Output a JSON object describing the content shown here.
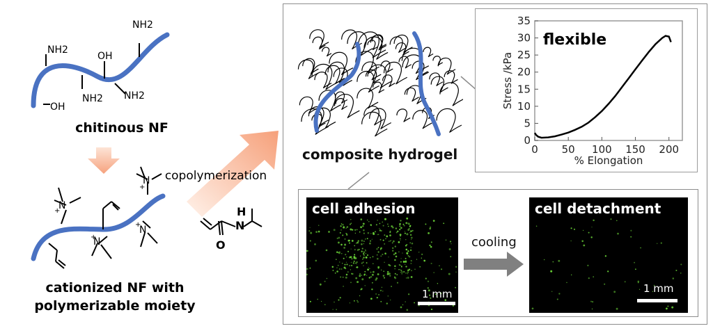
{
  "left": {
    "chitin_groups": [
      "NH2",
      "OH",
      "NH2",
      "OH",
      "NH2",
      "NH2"
    ],
    "chitin_label": "chitinous NF",
    "cationized_label_line1": "cationized NF with",
    "cationized_label_line2": "polymerizable moiety",
    "copolymerization_label": "copolymerization",
    "monomer_atoms": [
      "H",
      "N",
      "O"
    ],
    "cation_symbols": [
      "N",
      "+",
      "N",
      "+",
      "N",
      "+",
      "N",
      "+"
    ]
  },
  "panel": {
    "hydrogel_label": "composite hydrogel",
    "cooling_label": "cooling",
    "adhesion_title": "cell adhesion",
    "detachment_title": "cell detachment",
    "scale_label": "1 mm"
  },
  "chart_data": {
    "type": "line",
    "annotation": "flexible",
    "xlabel": "% Elongation",
    "ylabel": "Stress /kPa",
    "xlim": [
      0,
      220
    ],
    "ylim": [
      0,
      35
    ],
    "xticks": [
      0,
      50,
      100,
      150,
      200
    ],
    "yticks": [
      0,
      5,
      10,
      15,
      20,
      25,
      30,
      35
    ],
    "grid": false,
    "series": [
      {
        "x": [
          0,
          2,
          5,
          10,
          20,
          30,
          40,
          50,
          60,
          70,
          80,
          90,
          100,
          110,
          120,
          130,
          140,
          150,
          160,
          170,
          180,
          190,
          195,
          200,
          203
        ],
        "y": [
          2.2,
          1.6,
          1.1,
          0.8,
          0.9,
          1.2,
          1.7,
          2.3,
          3.1,
          4.0,
          5.2,
          6.8,
          8.6,
          10.7,
          13.0,
          15.6,
          18.2,
          20.8,
          23.4,
          25.9,
          28.2,
          30.0,
          30.6,
          30.4,
          28.8
        ]
      }
    ],
    "colors": {
      "line": "#000000",
      "frame": "#9a9a9a"
    }
  },
  "colors": {
    "fiber": "#4a72c2",
    "arrow_from": "#fde4d6",
    "arrow_to": "#f6a27e",
    "cooling_arrow": "#808080",
    "border": "#8c8c8c",
    "cell": "#6fdc3a"
  }
}
